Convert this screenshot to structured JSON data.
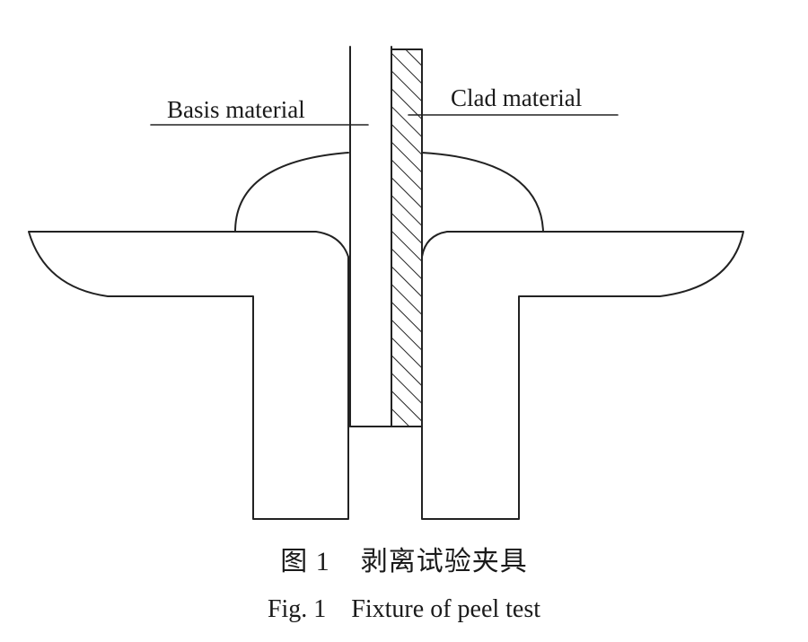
{
  "labels": {
    "basis_material": "Basis material",
    "clad_material": "Clad material"
  },
  "captions": {
    "chinese": "图 1    剥离试验夹具",
    "english": "Fig. 1    Fixture of peel test"
  }
}
